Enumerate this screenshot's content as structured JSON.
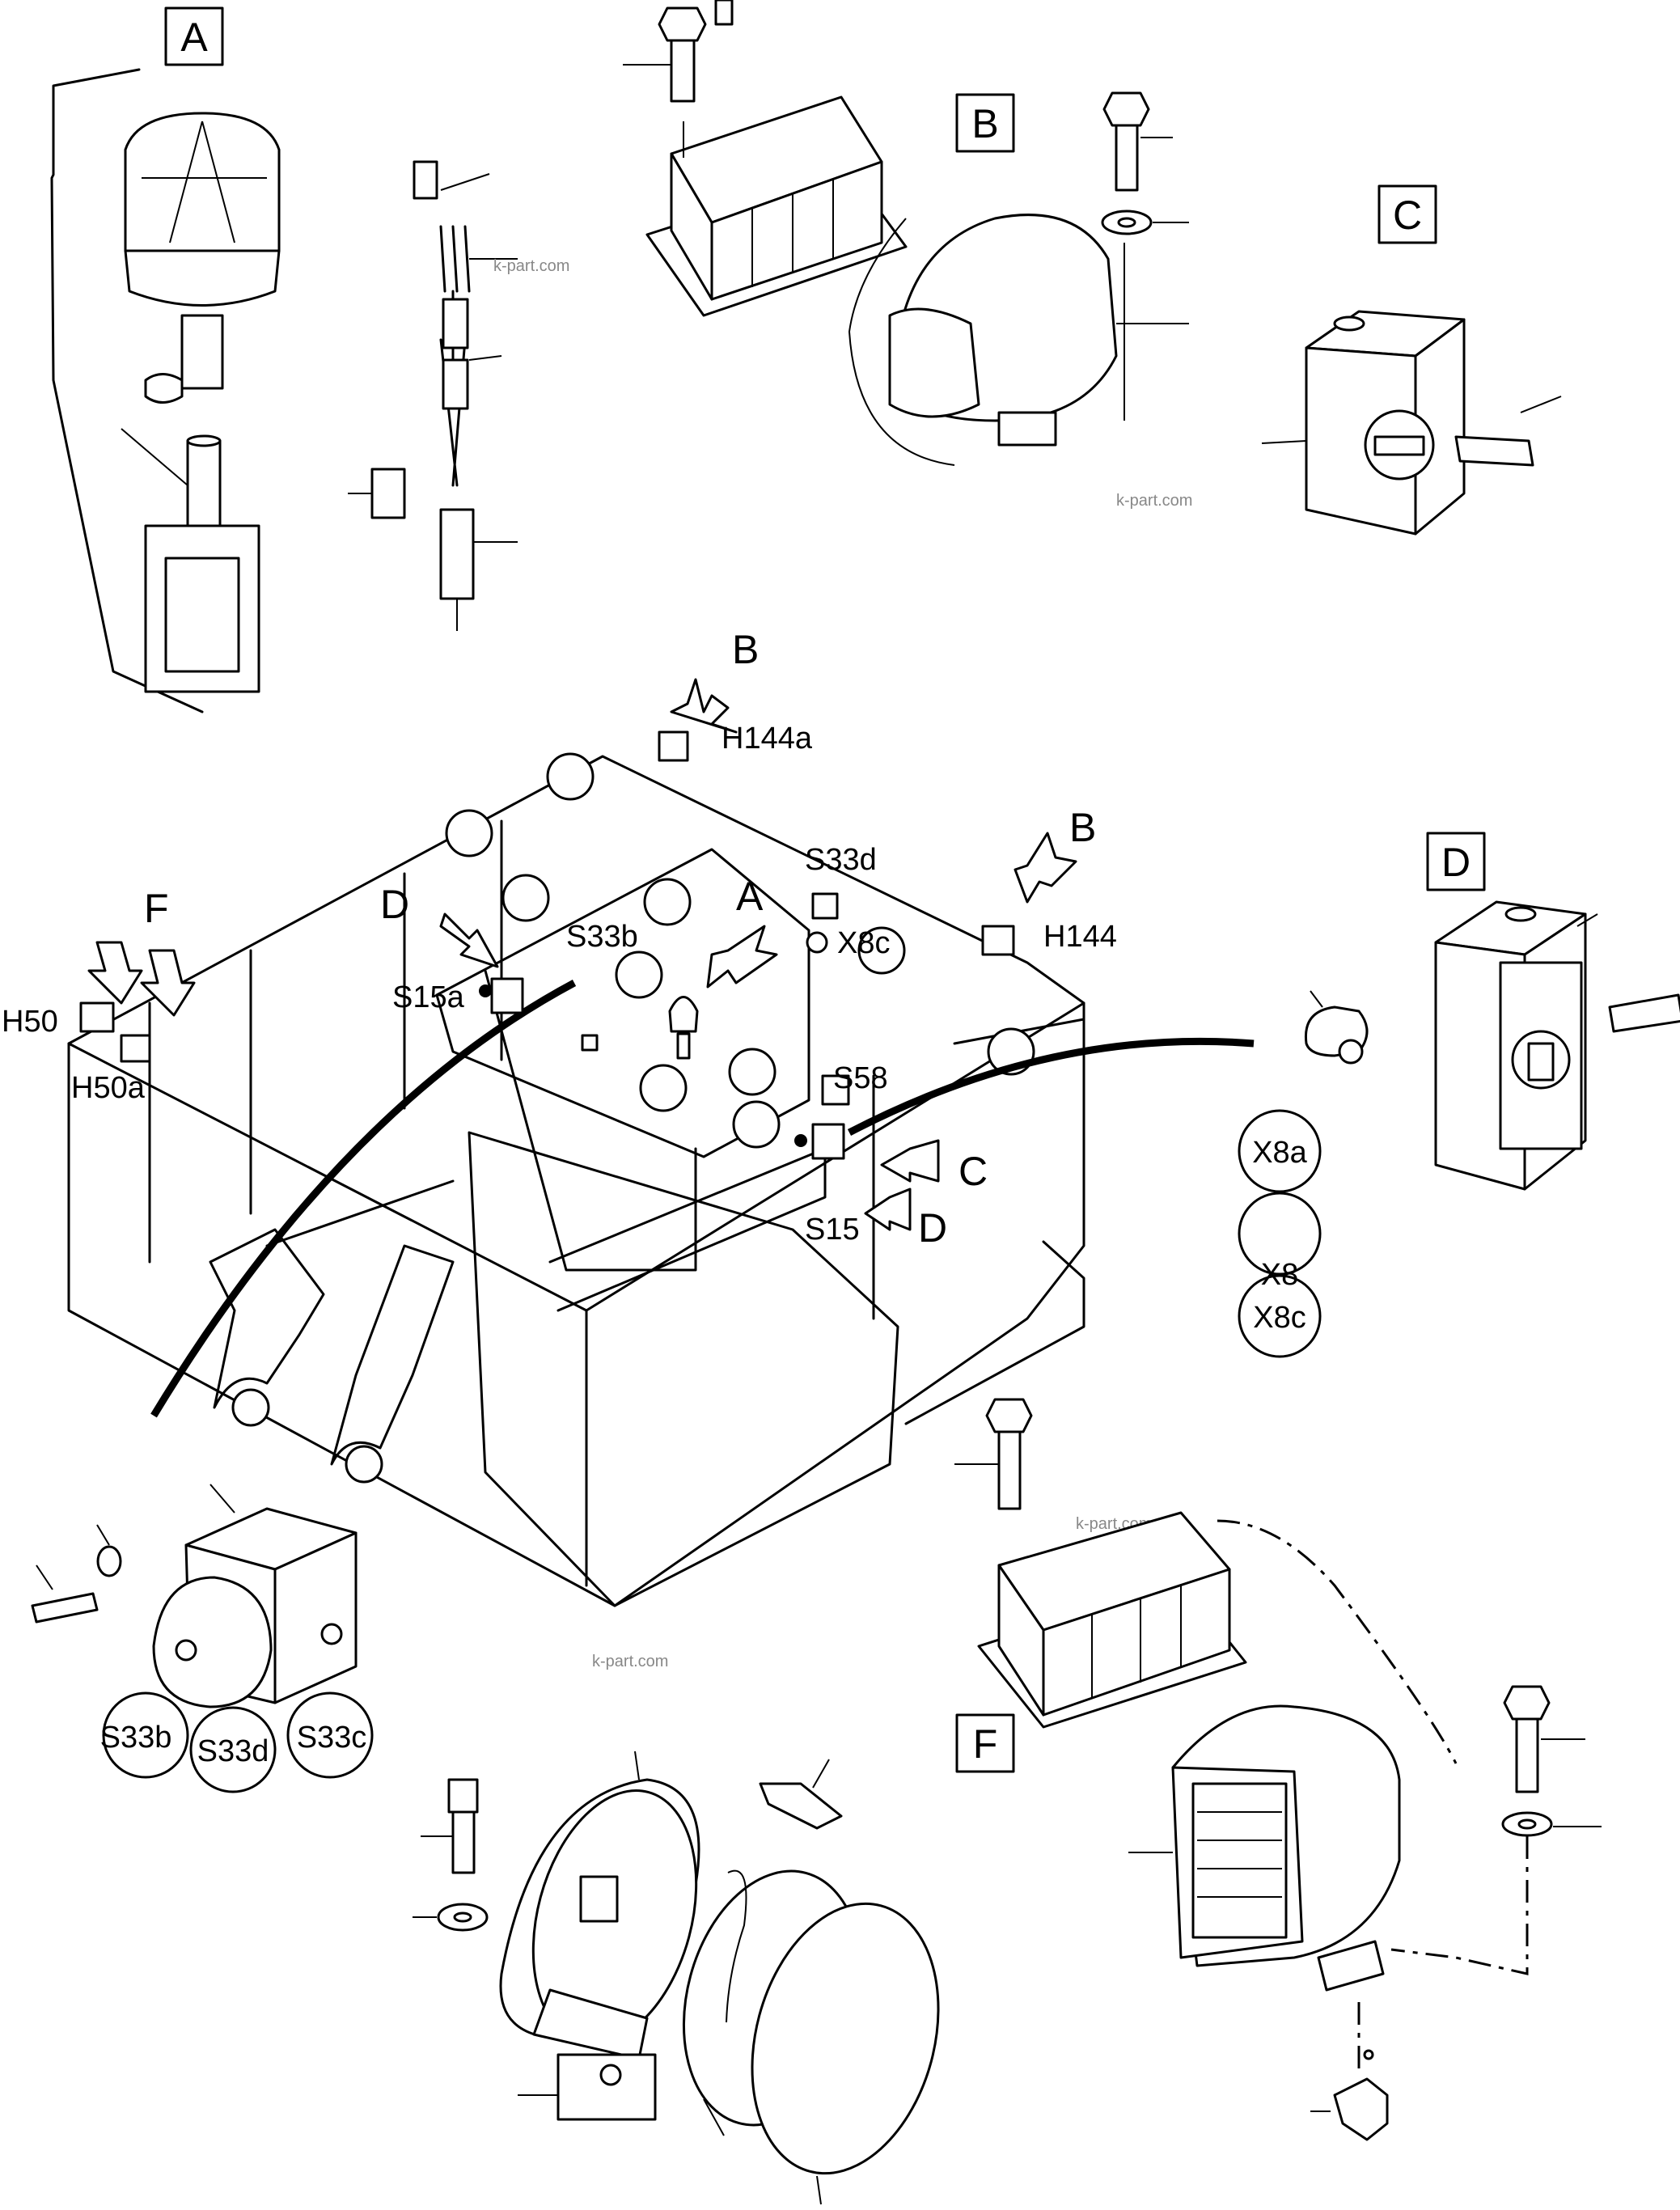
{
  "view_letters": {
    "A_top": "A",
    "B_top": "B",
    "C_top": "C",
    "D_right": "D",
    "F_bottom": "F"
  },
  "arrows": {
    "B1": "B",
    "B2": "B",
    "A": "A",
    "C": "C",
    "D1": "D",
    "D2": "D",
    "F": "F"
  },
  "labels": {
    "H144a": "H144a",
    "H144": "H144",
    "S33d": "S33d",
    "X8c": "X8c",
    "S33b": "S33b",
    "S15a": "S15a",
    "H50": "H50",
    "H50a": "H50a",
    "S58": "S58",
    "S15": "S15"
  },
  "circles": {
    "X8a": "X8a",
    "X8": "X8",
    "X8c": "X8c",
    "S33b": "S33b",
    "S33d": "S33d",
    "S33c": "S33c"
  },
  "watermark": "k-part.com"
}
